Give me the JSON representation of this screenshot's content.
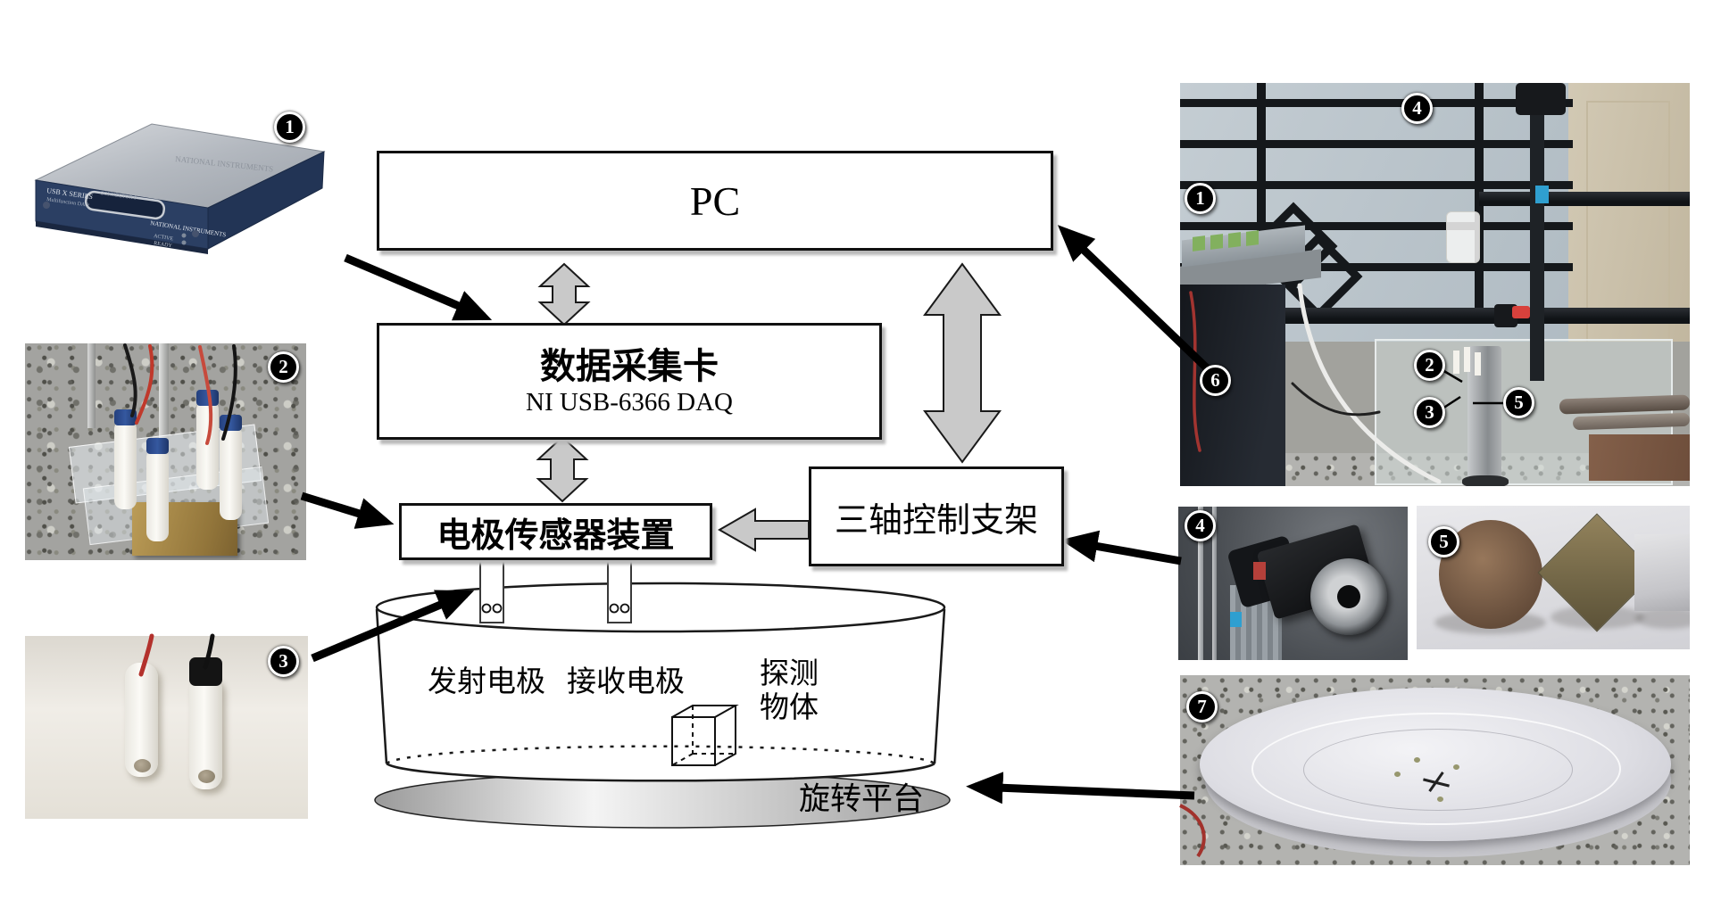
{
  "diagram": {
    "pc": "PC",
    "daq_title": "数据采集卡",
    "daq_subtitle": "NI USB-6366 DAQ",
    "sensor": "电极传感器装置",
    "gantry": "三轴控制支架",
    "tank": {
      "transmit": "发射电极",
      "receive": "接收电极",
      "object_line1": "探测",
      "object_line2": "物体",
      "platform": "旋转平台"
    }
  },
  "device_markings": {
    "series": "USB X SERIES",
    "series_sub": "Multifunction DAQ",
    "connector": "CONNECTOR 0",
    "brand": "NATIONAL INSTRUMENTS",
    "led1": "ACTIVE",
    "led2": "READY"
  },
  "photo_badges": {
    "daq_photo": "1",
    "array_photo": "2",
    "pair_photo": "3",
    "rig_gantry": "4",
    "rig_daq": "1",
    "rig_pc": "6",
    "rig_sensor": "2",
    "rig_probe": "3",
    "rig_target": "5",
    "motor_photo": "4",
    "objects_photo": "5",
    "platter_photo": "7"
  },
  "colors": {
    "diagram_line": "#111111",
    "arrow_fill": "#c9c9c9",
    "badge_bg": "#000000",
    "badge_fg": "#ffffff",
    "device_panel_blue": "#2b3f63",
    "brass": "#ab8d4a",
    "platform_edge_gray": "#9a9a9a"
  }
}
